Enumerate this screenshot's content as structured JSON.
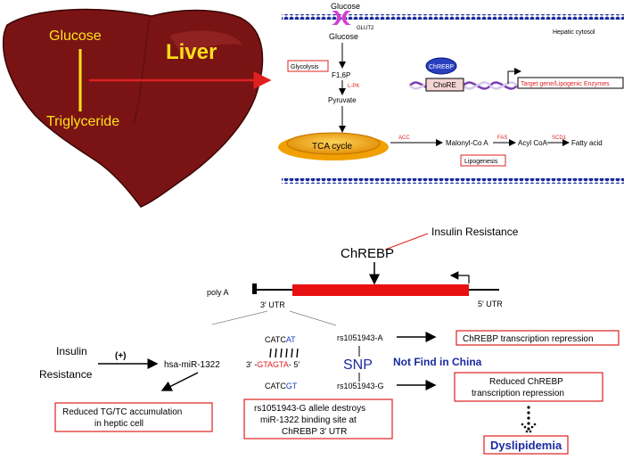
{
  "liver": {
    "glucose_label": "Glucose",
    "liver_label": "Liver",
    "triglyceride_label": "Triglyceride"
  },
  "pathway": {
    "glucose_top": "Glucose",
    "glut2": "GLUT2",
    "glucose_inside": "Glucose",
    "hepatic_cytosol": "Hepatic cytosol",
    "glycolysis": "Glycolysis",
    "f16p": "F1,6P",
    "lpk": "L-PK",
    "pyruvate": "Pyruvate",
    "chrebp": "ChREBP",
    "chore": "ChoRE",
    "target_gene": "Target gene/Lipogenic Enzymes",
    "tca": "TCA cycle",
    "acc": "ACC",
    "malonyl": "Malonyl-Co A",
    "fas": "FAS",
    "acyl": "Acyl CoA",
    "scd1": "SCD1",
    "fatty_acid": "Fatty acid",
    "lipogenesis": "Lipogenesis"
  },
  "gene": {
    "insulin_resistance_top": "Insulin Resistance",
    "chrebp": "ChREBP",
    "poly_a": "poly A",
    "utr3": "3′ UTR",
    "utr5": "5′ UTR"
  },
  "snp": {
    "catcat_prefix": "CATC",
    "catcat_suffix": "AT",
    "seq_3prime": "3′ -",
    "seq_red": "GTAGTA",
    "seq_5prime": "- 5′",
    "catcgt_prefix": "CATC",
    "catcgt_suffix": "GT",
    "rs_a": "rs1051943-A",
    "rs_g": "rs1051943-G",
    "snp_label": "SNP",
    "not_find": "Not Find in China",
    "insulin": "Insulin",
    "resistance": "Resistance",
    "plus": "(+)",
    "mir": "hsa-miR-1322",
    "box_repression": "ChREBP  transcription repression",
    "box_reduced_line1": "Reduced ChREBP",
    "box_reduced_line2": "transcription repression",
    "box_tg_line1": "Reduced TG/TC accumulation",
    "box_tg_line2": "in heptic cell",
    "box_allele_line1": "rs1051943-G allele destroys",
    "box_allele_line2": "miR-1322 binding site at",
    "box_allele_line3": "ChREBP 3′ UTR",
    "dyslipidemia": "Dyslipidemia"
  },
  "colors": {
    "liver_fill": "#7a1414",
    "liver_yellow": "#ffe01a",
    "red": "#e02020",
    "blue_dots": "#1a2a9a",
    "tca_fill": "#f0a000",
    "navy_text": "#1a2aa0"
  }
}
